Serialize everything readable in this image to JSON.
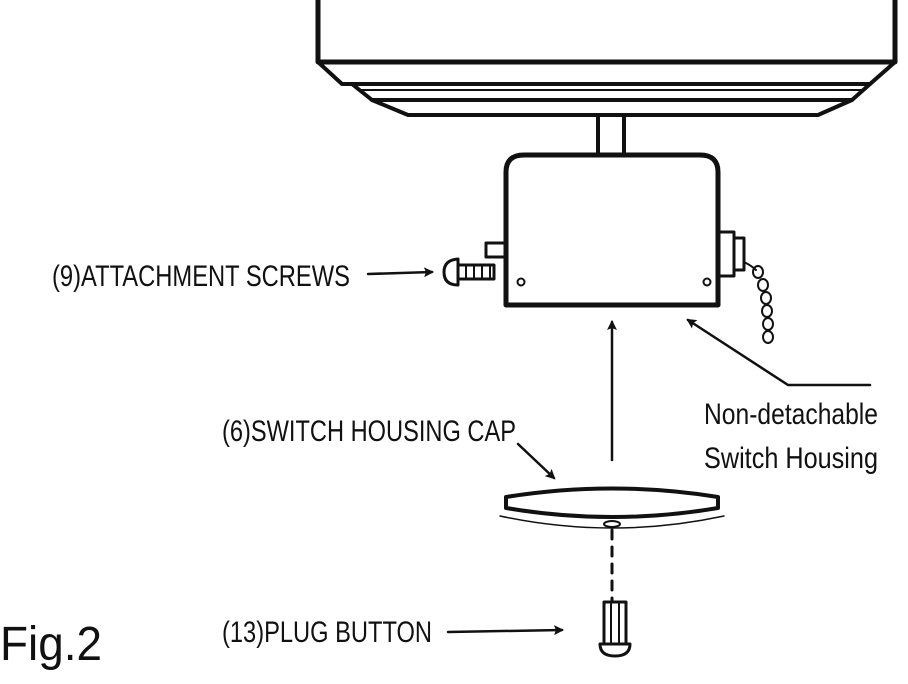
{
  "figure": {
    "label": "Fig.2"
  },
  "labels": {
    "attachment_screws": "(9)ATTACHMENT SCREWS",
    "switch_housing_cap": "(6)SWITCH HOUSING CAP",
    "plug_button": "(13)PLUG BUTTON",
    "non_detachable_line1": "Non-detachable",
    "non_detachable_line2": "Switch Housing"
  },
  "colors": {
    "ink": "#111111",
    "background": "#ffffff"
  }
}
